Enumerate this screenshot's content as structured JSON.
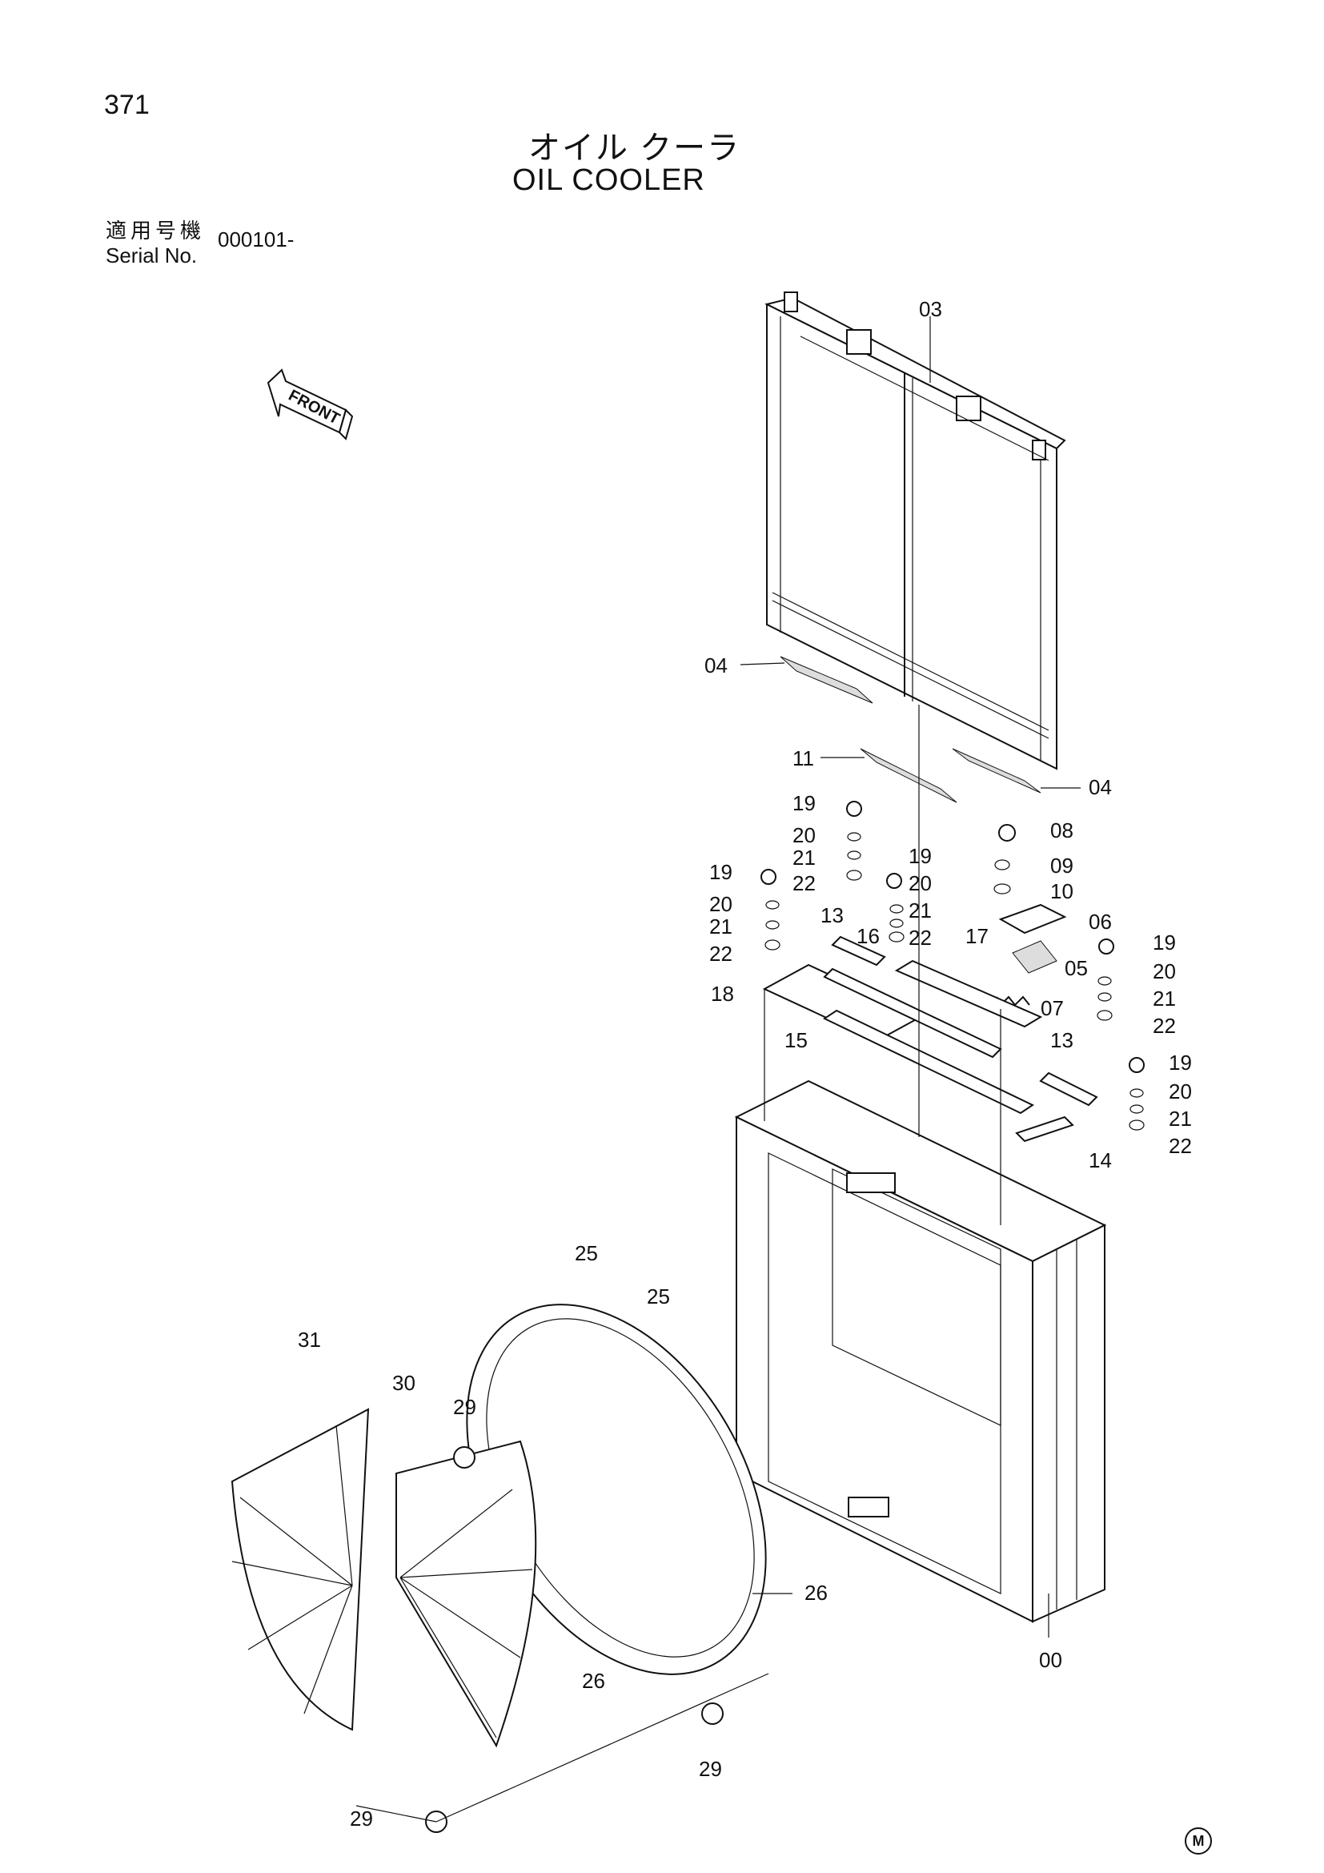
{
  "header": {
    "page_number": "371",
    "title_jp": "オイル クーラ",
    "title_en": "OIL COOLER",
    "serial_label_jp": "適用号機",
    "serial_label_en": "Serial No.",
    "serial_value": "000101-"
  },
  "front_arrow_label": "FRONT",
  "mark": "M",
  "parts": {
    "p00": "00",
    "p03": "03",
    "p04a": "04",
    "p04b": "04",
    "p05": "05",
    "p06": "06",
    "p07": "07",
    "p08": "08",
    "p09": "09",
    "p10": "10",
    "p11": "11",
    "p13a": "13",
    "p13b": "13",
    "p14": "14",
    "p15": "15",
    "p16": "16",
    "p17": "17",
    "p18": "18",
    "p19a": "19",
    "p19b": "19",
    "p19c": "19",
    "p19d": "19",
    "p19e": "19",
    "p20a": "20",
    "p20b": "20",
    "p20c": "20",
    "p20d": "20",
    "p20e": "20",
    "p21a": "21",
    "p21b": "21",
    "p21c": "21",
    "p21d": "21",
    "p21e": "21",
    "p22a": "22",
    "p22b": "22",
    "p22c": "22",
    "p22d": "22",
    "p22e": "22",
    "p25a": "25",
    "p25b": "25",
    "p26a": "26",
    "p26b": "26",
    "p29a": "29",
    "p29b": "29",
    "p29c": "29",
    "p30": "30",
    "p31": "31"
  }
}
